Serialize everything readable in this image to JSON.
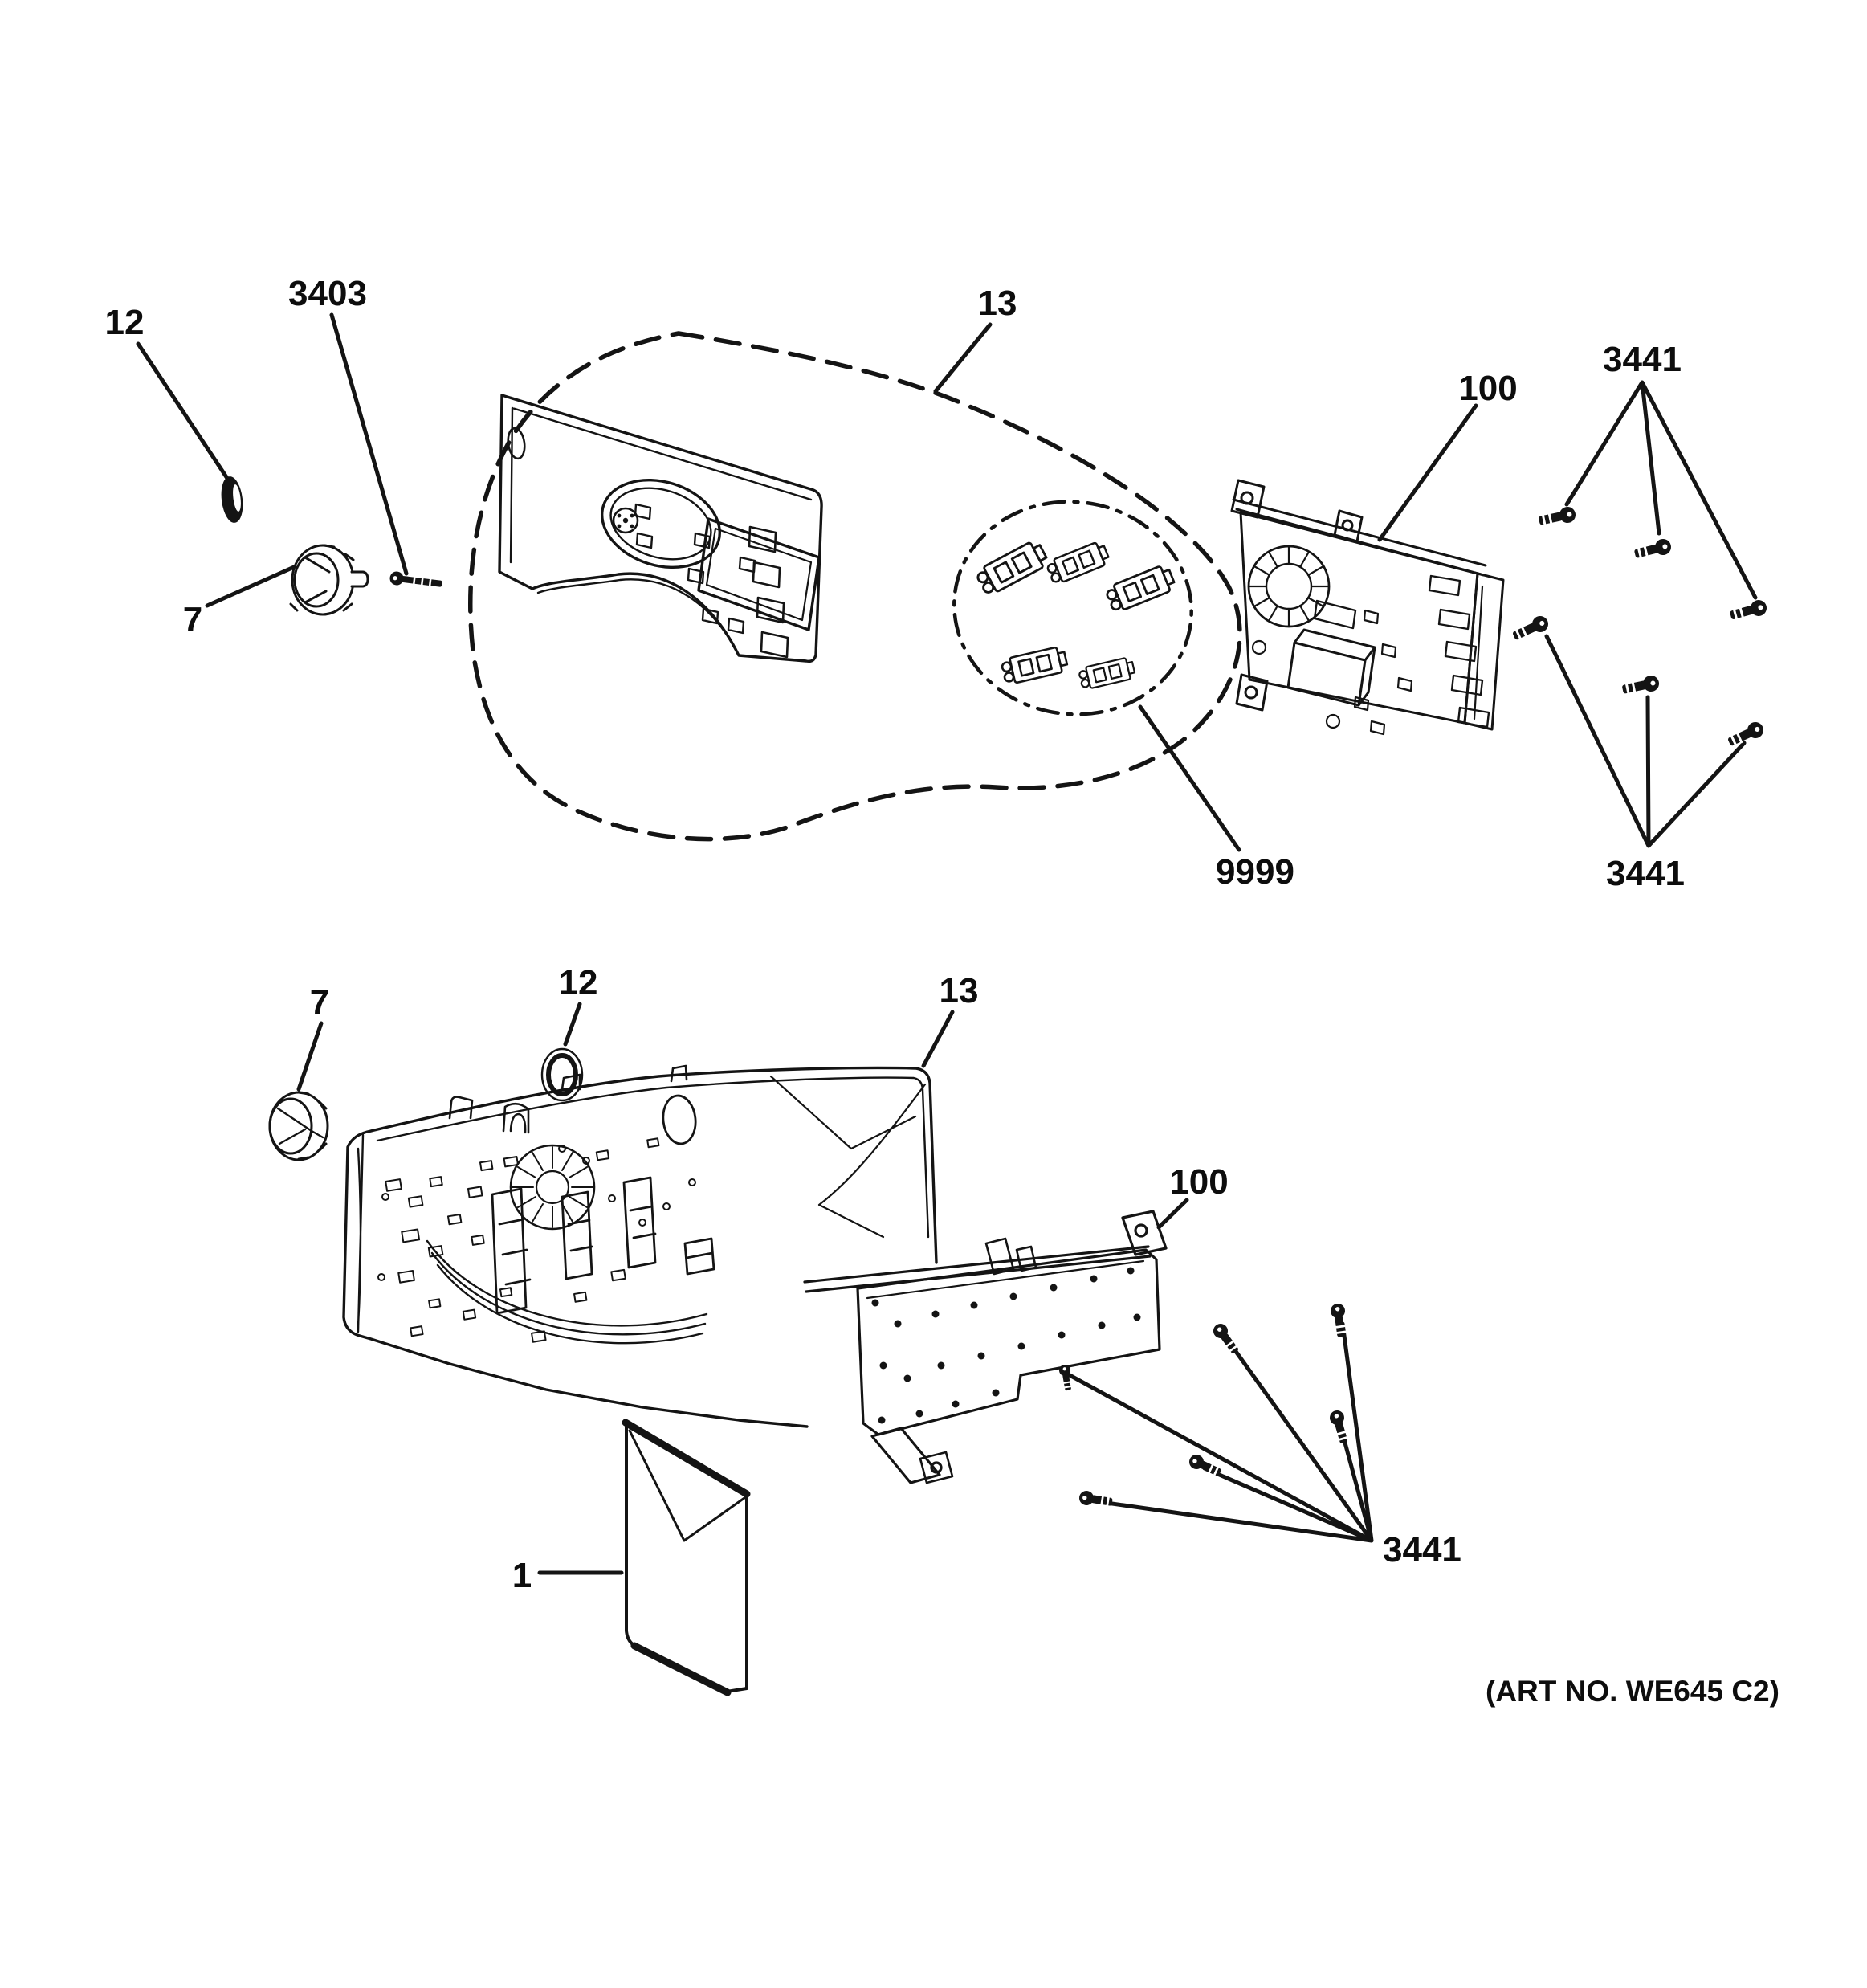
{
  "top_view": {
    "dial_cap_label": "12",
    "screw_label": "3403",
    "panel_label": "13",
    "knob_label": "7",
    "button_kit_label": "9999",
    "board_label": "100",
    "screw_group_upper_label": "3441",
    "screw_group_lower_label": "3441"
  },
  "bottom_view": {
    "knob_label": "7",
    "ring_label": "12",
    "panel_label": "13",
    "board_label": "100",
    "screw_group_label": "3441",
    "manual_label": "1"
  },
  "footer": {
    "art_no": "(ART NO. WE645 C2)"
  }
}
